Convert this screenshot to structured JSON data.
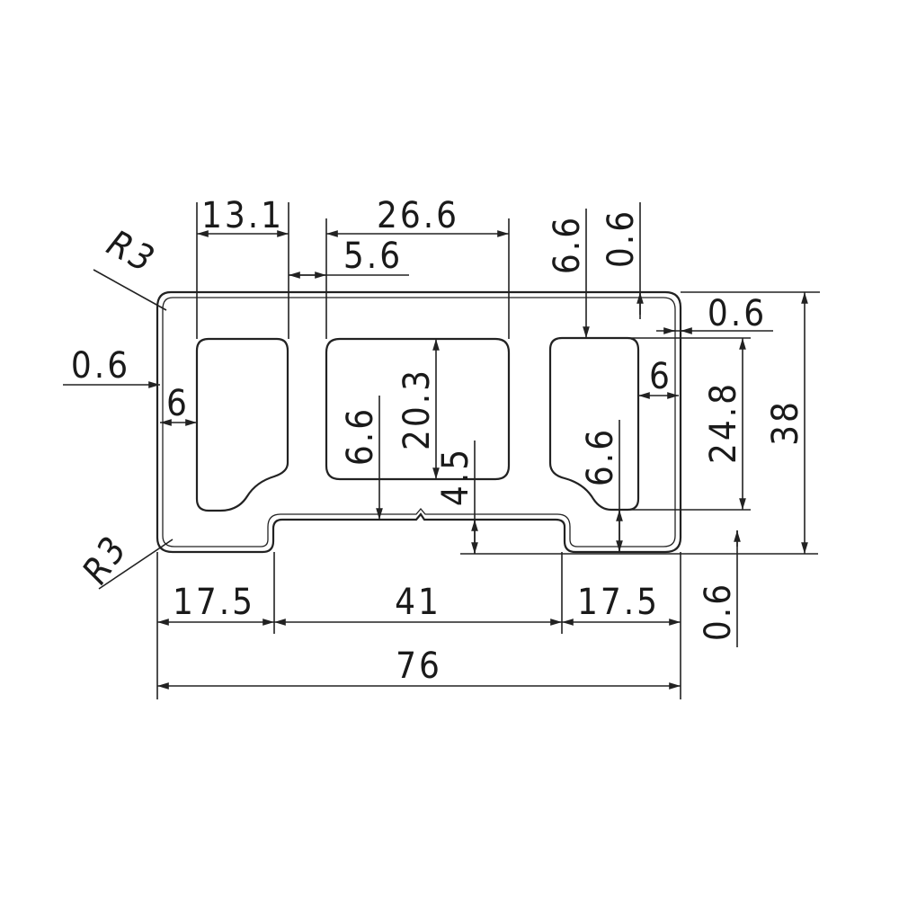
{
  "drawing": {
    "units": "mm",
    "labels": {
      "top_left_hole_width": "13.1",
      "top_middle_hole_width": "26.6",
      "web_width": "5.6",
      "radius_top": "R3",
      "radius_bottom": "R3",
      "left_wall": "0.6",
      "left_flange": "6",
      "middle_bottom_flange": "6.6",
      "middle_hole_height": "20.3",
      "groove_depth": "4.5",
      "right_top_flange": "6.6",
      "right_top_wall": "0.6",
      "right_wall": "0.6",
      "right_flange": "6",
      "right_hole_height": "24.8",
      "overall_height": "38",
      "right_bottom_flange": "6.6",
      "bottom_wall": "0.6",
      "bottom_left": "17.5",
      "bottom_middle": "41",
      "bottom_right": "17.5",
      "overall_width": "76"
    }
  }
}
